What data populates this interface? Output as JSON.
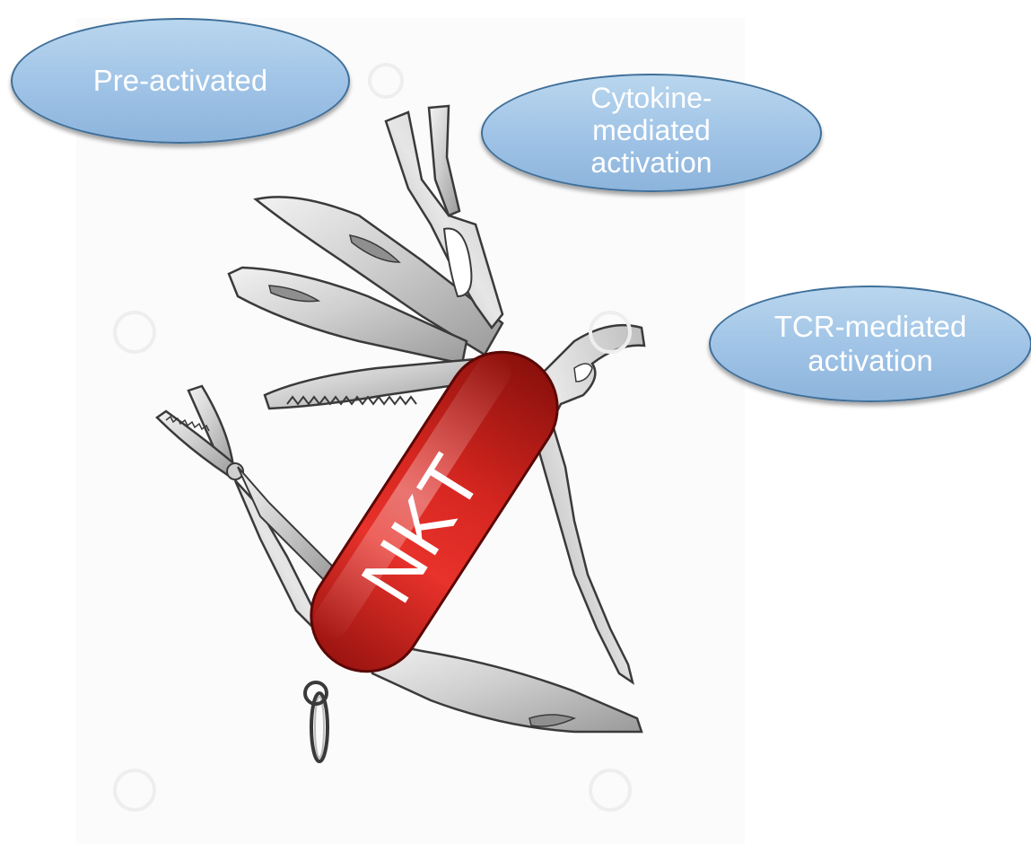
{
  "bubbles": {
    "pre_activated": "Pre-activated",
    "cytokine": "Cytokine-mediated activation",
    "tcr": "TCR-mediated activation"
  },
  "knife": {
    "label": "NKT",
    "handle_color": "#d8221c",
    "tool_color": "#c9c9c9",
    "outline_color": "#3a3a3a"
  },
  "bubble_fill": "#9fc3e6",
  "bubble_text_color": "#ffffff"
}
